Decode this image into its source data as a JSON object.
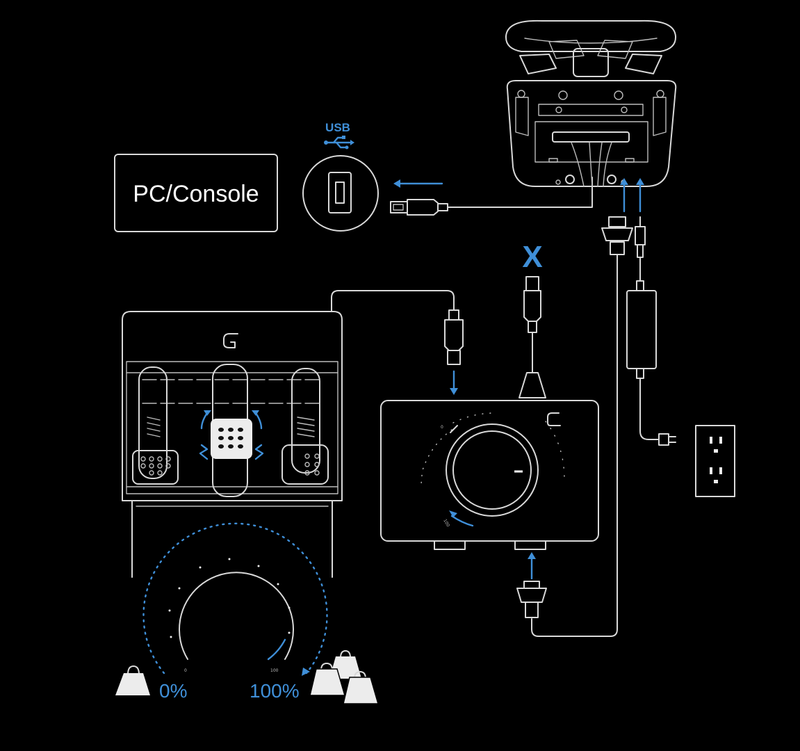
{
  "labels": {
    "pc_console": "PC/Console",
    "usb": "USB",
    "not_used": "X",
    "pct_min": "0%",
    "pct_max": "100%",
    "brand_mark": "G",
    "dial_min": "0",
    "dial_max": "100",
    "box_dial_min": "0",
    "box_dial_max": "100"
  },
  "colors": {
    "accent": "#3f8fd8",
    "line": "#d9d9d9",
    "background": "#000000"
  },
  "icons": {
    "usb_symbol": "usb-trident-icon",
    "weights": "kettlebell-weight-icon",
    "brand": "logitech-g-logo-icon",
    "outlet": "wall-outlet-icon"
  }
}
